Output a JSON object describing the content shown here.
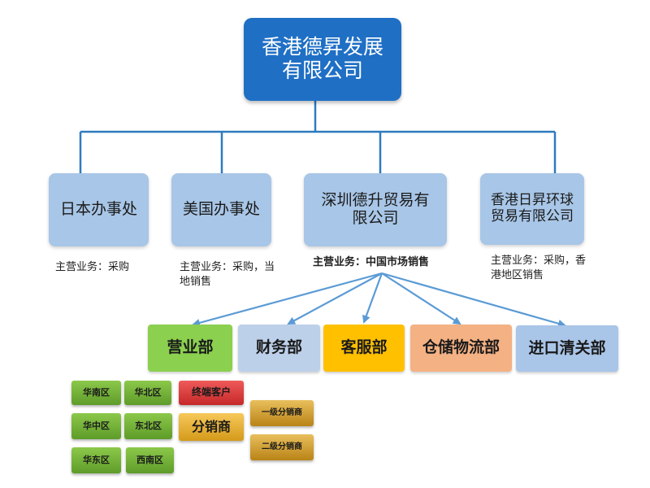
{
  "root": {
    "label": "香港德昇发展有限公司",
    "color": "#1f6fc5"
  },
  "offices": [
    {
      "label": "日本办事处",
      "note": "主营业务：采购"
    },
    {
      "label": "美国办事处",
      "note": "主营业务：采购，当地销售"
    },
    {
      "label": "深圳德升贸易有限公司",
      "note": "主营业务：中国市场销售"
    },
    {
      "label": "香港日昇环球贸易有限公司",
      "note": "主营业务：采购，香港地区销售"
    }
  ],
  "departments": [
    {
      "label": "营业部",
      "color": "#8bd04f"
    },
    {
      "label": "财务部",
      "color": "#bdd0ea"
    },
    {
      "label": "客服部",
      "color": "#ffc000"
    },
    {
      "label": "仓储物流部",
      "color": "#f4b183"
    },
    {
      "label": "进口清关部",
      "color": "#a9c5e8"
    }
  ],
  "regions": [
    "华南区",
    "华北区",
    "华中区",
    "东北区",
    "华东区",
    "西南区"
  ],
  "customers": {
    "end_customer": "终端客户",
    "distributor": "分销商",
    "level1": "一级分销商",
    "level2": "二级分销商"
  },
  "colors": {
    "connector": "#2e7bbf",
    "arrow": "#5b9bd5"
  }
}
